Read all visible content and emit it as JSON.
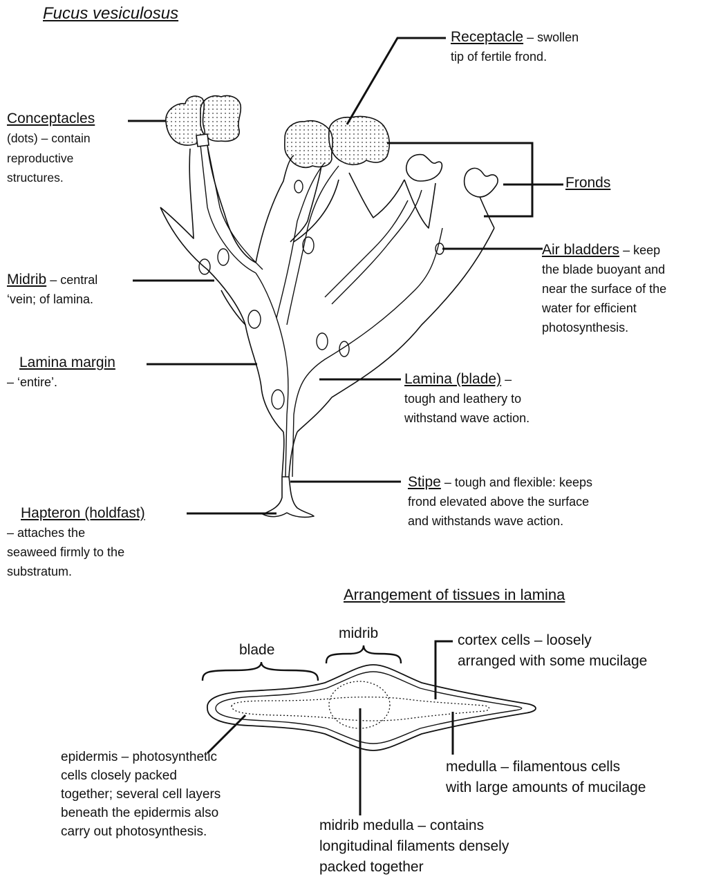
{
  "title": "Fucus vesiculosus",
  "labels": {
    "receptacle": {
      "head": "Receptacle",
      "tail": " – swollen",
      "lines": [
        "tip of fertile frond."
      ]
    },
    "conceptacles": {
      "head": "Conceptacles",
      "lines": [
        "(dots) – contain",
        "reproductive",
        "structures."
      ]
    },
    "fronds": {
      "head": "Fronds"
    },
    "air_bladders": {
      "head": "Air bladders",
      "tail": " – keep",
      "lines": [
        "the blade buoyant and",
        "near the surface of the",
        "water for efficient",
        "photosynthesis."
      ]
    },
    "midrib": {
      "head": "Midrib",
      "tail": " – central",
      "lines": [
        "‘vein; of lamina."
      ]
    },
    "lamina_margin": {
      "head": "Lamina margin",
      "lines": [
        "– ‘entire’."
      ]
    },
    "lamina": {
      "head": "Lamina (blade)",
      "tail": " –",
      "lines": [
        "tough and leathery to",
        "withstand wave action."
      ]
    },
    "stipe": {
      "head": "Stipe",
      "tail": " – tough and flexible: keeps",
      "lines": [
        "frond elevated above the surface",
        "and withstands wave action."
      ]
    },
    "hapteron": {
      "head": "Hapteron (holdfast)",
      "lines": [
        "– attaches the",
        "seaweed firmly to the",
        "substratum."
      ]
    }
  },
  "section": {
    "title": "Arrangement of tissues in lamina",
    "blade": "blade",
    "midrib": "midrib",
    "cortex": [
      "cortex cells – loosely",
      "arranged with some mucilage"
    ],
    "medulla": [
      "medulla – filamentous cells",
      "with large amounts of mucilage"
    ],
    "epidermis": [
      "epidermis – photosynthetic",
      "cells closely packed",
      "together; several cell layers",
      "beneath the epidermis also",
      "carry out photosynthesis."
    ],
    "midrib_medulla": [
      "midrib medulla – contains",
      "longitudinal filaments densely",
      "packed together"
    ]
  }
}
